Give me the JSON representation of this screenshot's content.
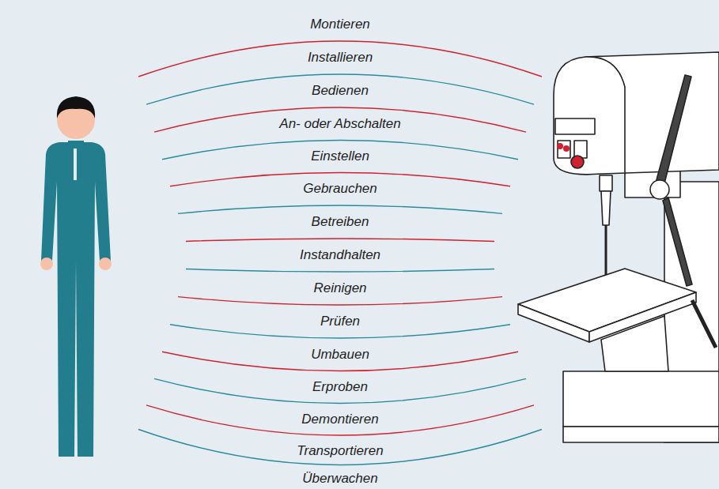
{
  "diagram": {
    "labels": [
      "Montieren",
      "Installieren",
      "Bedienen",
      "An- oder Abschalten",
      "Einstellen",
      "Gebrauchen",
      "Betreiben",
      "Instandhalten",
      "Reinigen",
      "Prüfen",
      "Umbauen",
      "Erproben",
      "Demontieren",
      "Transportieren",
      "Überwachen"
    ]
  }
}
